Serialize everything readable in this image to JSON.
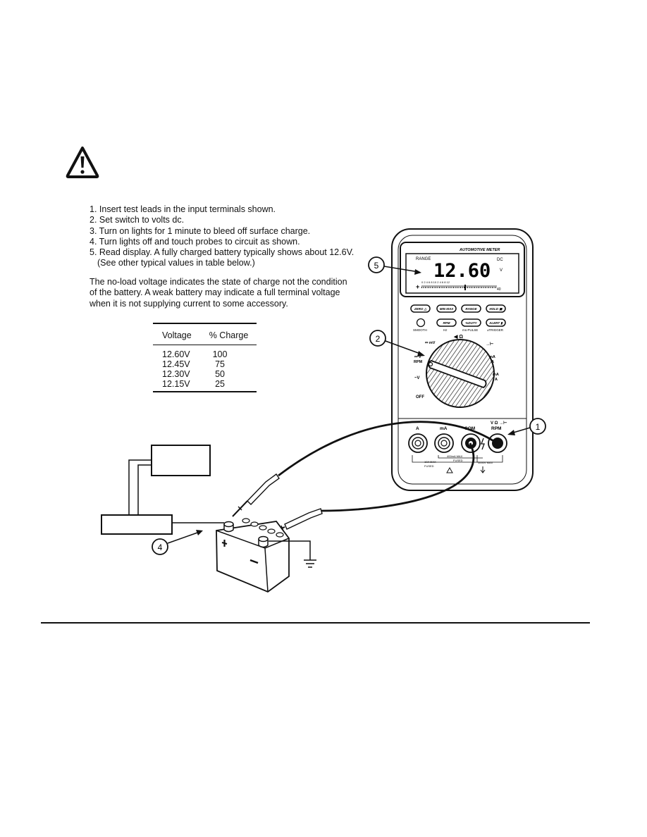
{
  "icons": {
    "warning": "warning-triangle-icon"
  },
  "steps": [
    "1. Insert test leads in the input terminals shown.",
    "2. Set switch to volts dc.",
    "3. Turn on lights for 1 minute to bleed off surface charge.",
    "4. Turn lights off and touch probes to circuit as shown.",
    "5. Read display. A fully charged battery typically shows about 12.6V.",
    "(See other typical values in table below.)"
  ],
  "note": [
    "The no-load voltage indicates the state of charge not the condition",
    "of the battery. A weak battery may indicate a full terminal voltage",
    "when it is not supplying current to some accessory."
  ],
  "table": {
    "headers": [
      "Voltage",
      "% Charge"
    ],
    "rows": [
      [
        "12.60V",
        "100"
      ],
      [
        "12.45V",
        "75"
      ],
      [
        "12.30V",
        "50"
      ],
      [
        "12.15V",
        "25"
      ]
    ]
  },
  "meter": {
    "brand": "AUTOMOTIVE METER",
    "display_value": "12.60",
    "range_label": "RANGE",
    "mode_label": "DC",
    "unit_label": "V",
    "bar_scale": "0 2 4 6 8 10 2 4 6 8 12",
    "bar_end": "40",
    "bar_sign": "+",
    "buttons_row1": [
      "ZERO △",
      "MIN MAX",
      "RANGE",
      "HOLD ▣"
    ],
    "buttons_row2": [
      "RPM",
      "%DUTY",
      "ALERT ▮"
    ],
    "button_sublabels": [
      "SMOOTH",
      "Hz",
      "ms-PULSE",
      "±TRIGGER"
    ],
    "dial_labels": {
      "mv": "⎓ mV",
      "ohm": "◀ Ω",
      "diode": "→⊢",
      "v_rpm": "⎓ V",
      "rpm": "RPM",
      "ma": "mA",
      "a": "A",
      "ma_ac": "mA",
      "a_ac": "A",
      "vac": "~V",
      "off": "OFF"
    },
    "terminals": [
      "A",
      "mA",
      "COM",
      "RPM"
    ],
    "terminal_top": "V Ω →⊢",
    "fuse_labels": [
      "400mA MAX",
      "FUSED",
      "10A MAX",
      "FUSED",
      "1000V MAX"
    ]
  },
  "callouts": [
    "1",
    "2",
    "4",
    "5"
  ]
}
